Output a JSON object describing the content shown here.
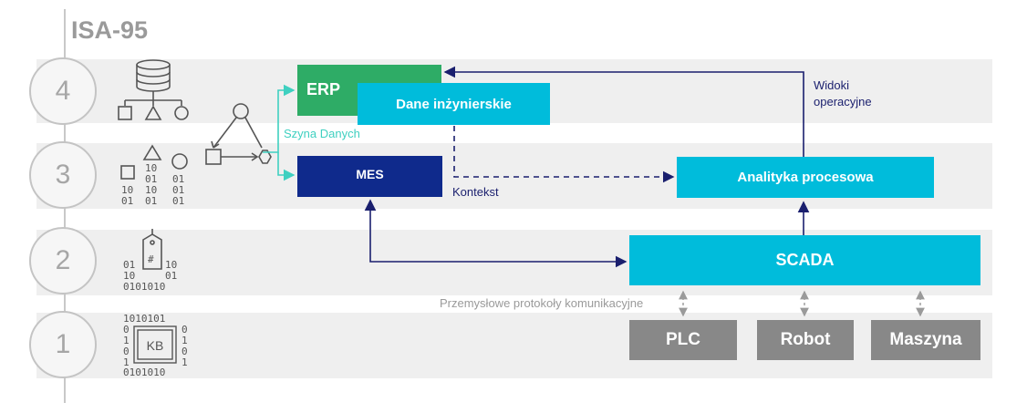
{
  "title": "ISA-95",
  "levels": [
    {
      "number": "4"
    },
    {
      "number": "3"
    },
    {
      "number": "2"
    },
    {
      "number": "1"
    }
  ],
  "boxes": {
    "erp": {
      "label": "ERP",
      "color": "#2eac66"
    },
    "engineering": {
      "label": "Dane inżynierskie",
      "color": "#00bcdb"
    },
    "mes": {
      "label": "MES",
      "color": "#0f2a8c"
    },
    "analytics": {
      "label": "Analityka procesowa",
      "color": "#00bcdb"
    },
    "scada": {
      "label": "SCADA",
      "color": "#00bcdb"
    },
    "plc": {
      "label": "PLC",
      "color": "#888888"
    },
    "robot": {
      "label": "Robot",
      "color": "#888888"
    },
    "machine": {
      "label": "Maszyna",
      "color": "#888888"
    }
  },
  "labels": {
    "data_bus": "Szyna Danych",
    "context": "Kontekst",
    "operational_views_1": "Widoki",
    "operational_views_2": "operacyjne",
    "protocols": "Przemysłowe protokoły komunikacyjne"
  },
  "icons": {
    "level4": "database-hierarchy-icon",
    "level3": "shapes-binary-icon",
    "level2": "tag-binary-icon",
    "level1": "kb-chip-icon",
    "bus": "triangle-nodes-icon"
  },
  "bits": {
    "l3_a": "10\n01",
    "l3_rows": "10  10  01\n01  01  01",
    "l2_left": "01\n10\n0101010",
    "l2_right": "10\n01",
    "l1_top": "1010101",
    "l1_bottom": "0101010",
    "l1_left": "0\n1\n0\n1",
    "l1_right": "0\n1\n0\n1",
    "l1_kb": "KB",
    "l2_hash": "#"
  },
  "colors": {
    "band": "#efefef",
    "navy": "#1a1f6e",
    "cyan": "#00bcdb",
    "teal": "#3fd0c0",
    "gray_arrow": "#9a9a9a"
  }
}
